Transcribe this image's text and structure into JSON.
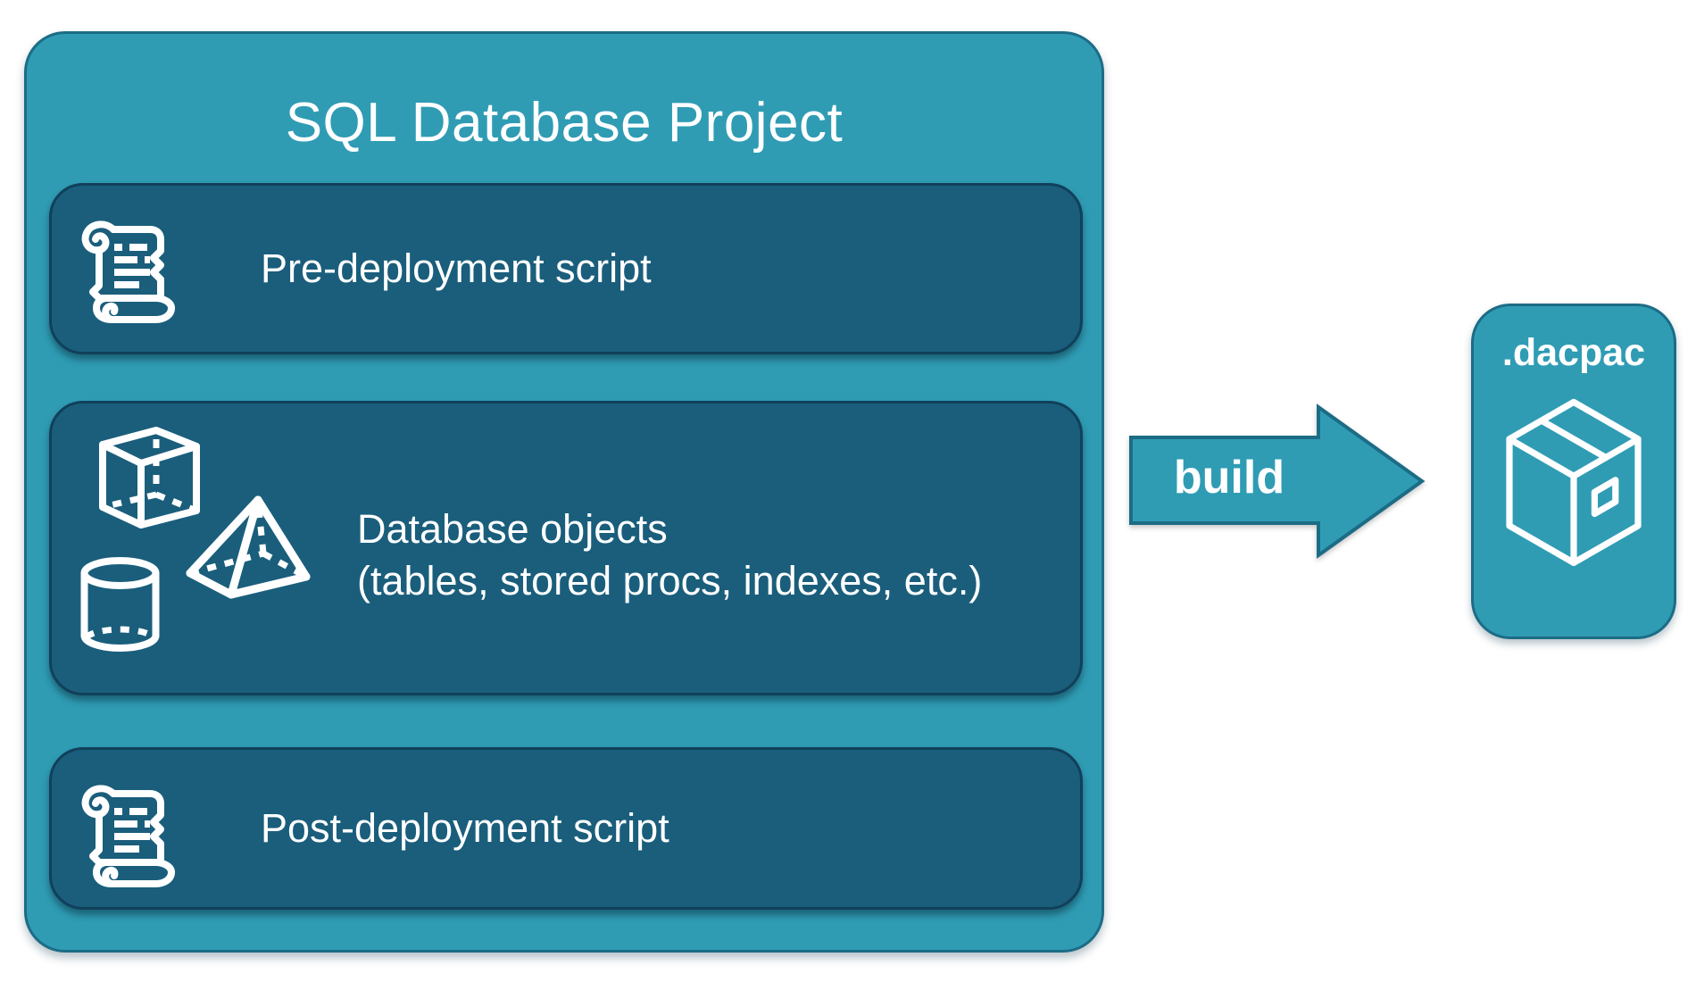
{
  "colors": {
    "teal_fill": "#2F9CB4",
    "teal_border": "#1C6C85",
    "panel_fill": "#1A5E7C",
    "panel_border": "#11405A",
    "text": "#FFFFFF",
    "background": "#FFFFFF"
  },
  "project": {
    "title": "SQL Database Project",
    "items": [
      {
        "icon": "scroll-icon",
        "label": "Pre-deployment script"
      },
      {
        "icon": "geometric-shapes-icon",
        "label_line1": "Database objects",
        "label_line2": "(tables, stored procs, indexes, etc.)"
      },
      {
        "icon": "scroll-icon",
        "label": "Post-deployment script"
      }
    ]
  },
  "arrow": {
    "label": "build"
  },
  "output": {
    "label": ".dacpac",
    "icon": "package-icon"
  }
}
